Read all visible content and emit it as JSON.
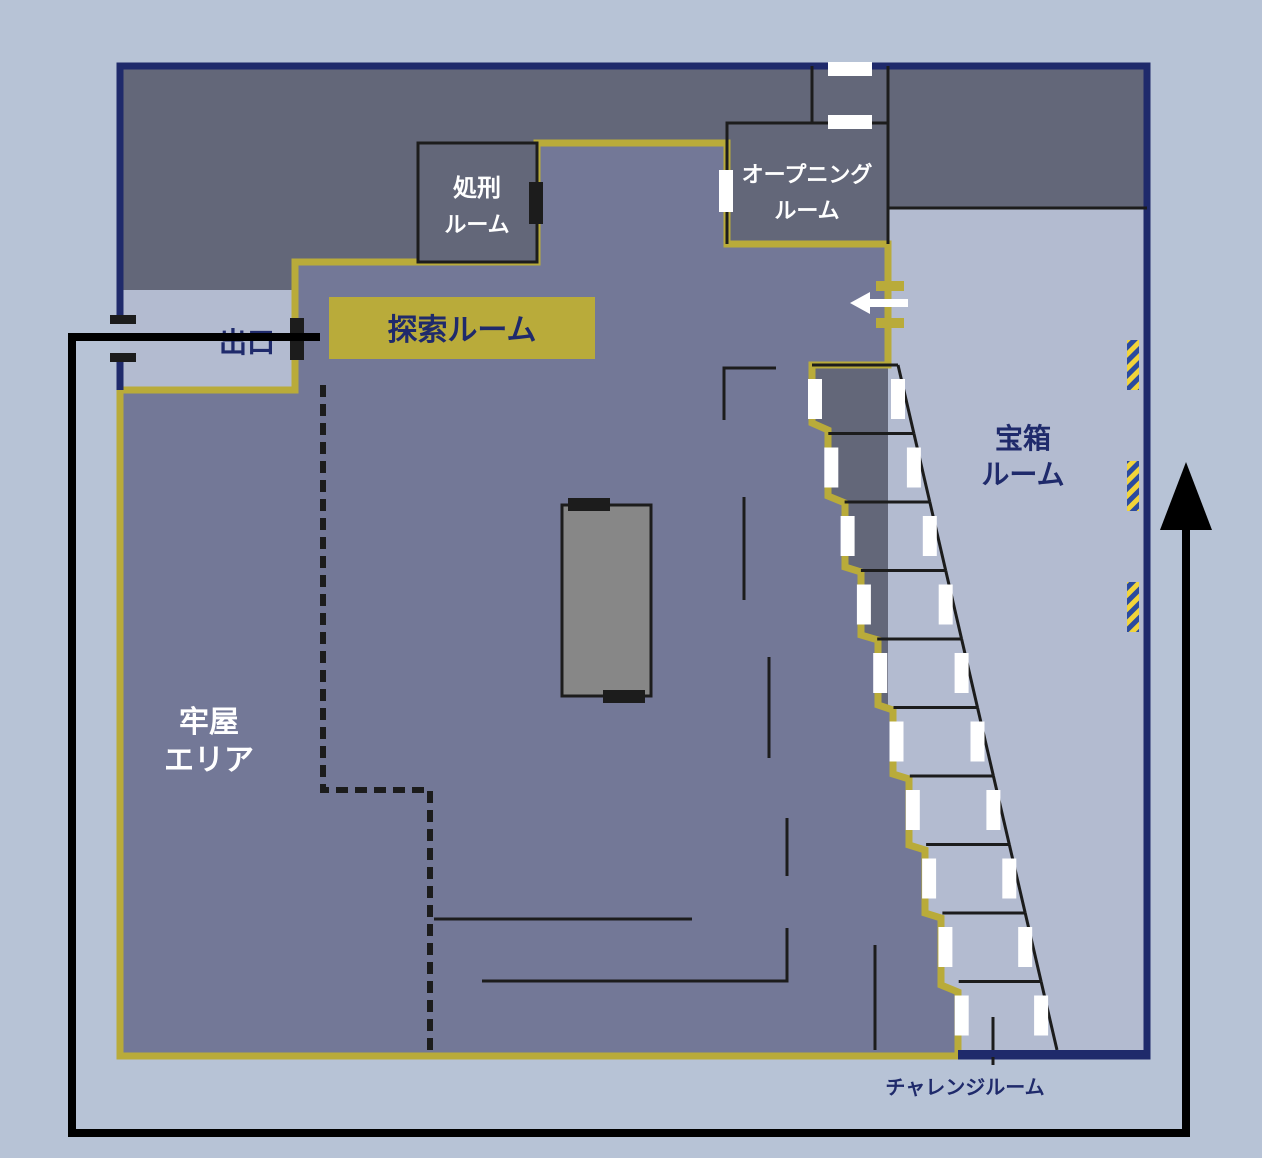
{
  "labels": {
    "execution_room": [
      "処刑",
      "ルーム"
    ],
    "opening_room": [
      "オープニング",
      "ルーム"
    ],
    "exploration_room": "探索ルーム",
    "exit": "出口",
    "treasure_room": [
      "宝箱",
      "ルーム"
    ],
    "prison_area": [
      "牢屋",
      "エリア"
    ],
    "challenge_room": "チャレンジルーム"
  },
  "colors": {
    "background": "#b7c3d6",
    "outer_wall": "#1f2a6b",
    "dark_zone": "#636779",
    "exploration_floor": "#737897",
    "light_zone": "#b3bbd0",
    "gold_wall": "#b9ab3a",
    "inner_wall": "#1c1c1c",
    "door": "#ffffff",
    "route": "#000000",
    "table": "#878787",
    "dark_label": "#1f2a6b",
    "light_label": "#ffffff"
  },
  "icons": {
    "entry_arrow": "left-arrow-icon",
    "route_arrow": "up-arrow-icon",
    "stripe_marker": "hazard-stripe-icon"
  }
}
